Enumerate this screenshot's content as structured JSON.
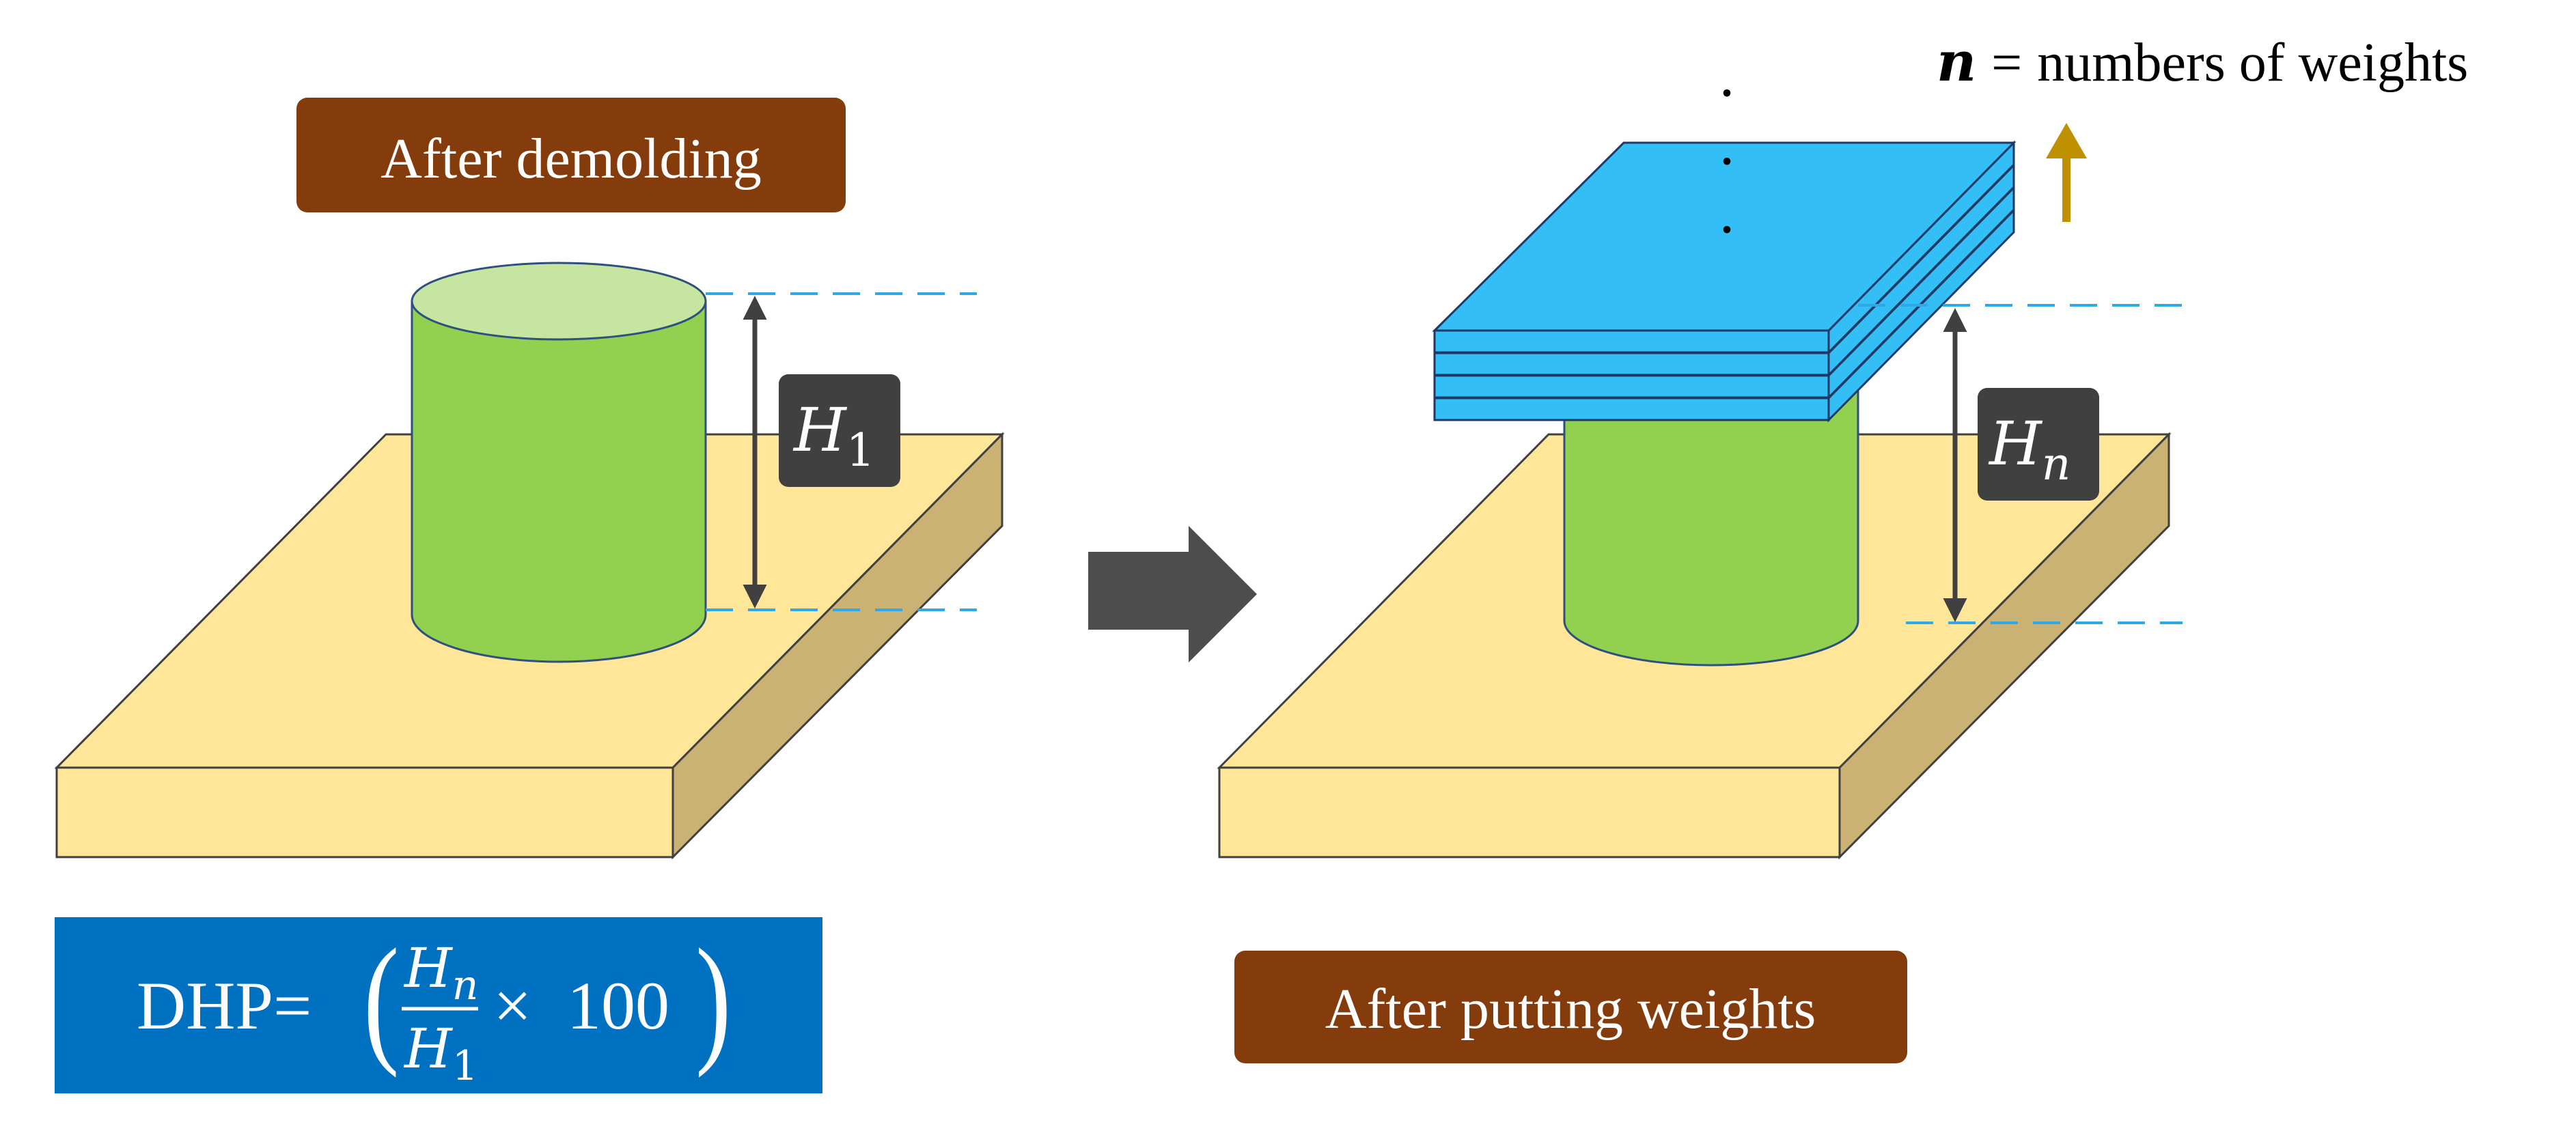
{
  "labels": {
    "after_demolding": "After demolding",
    "after_putting_weights": "After putting weights"
  },
  "height_labels": {
    "h1_base": "H",
    "h1_sub": "1",
    "hn_base": "H",
    "hn_sub": "n"
  },
  "legend": {
    "symbol": "n",
    "equals": "=",
    "text": "numbers of weights"
  },
  "formula": {
    "lhs": "DHP=",
    "num_base": "H",
    "num_sub": "n",
    "den_base": "H",
    "den_sub": "1",
    "times": "×",
    "factor": "100",
    "open_paren": "(",
    "close_paren": ")"
  },
  "ellipsis_dot": ".",
  "colors": {
    "label_bg": "#843C0C",
    "formula_bg": "#0070C0",
    "platform_top": "#FFE699",
    "platform_side": "#C9B273",
    "cylinder": "#92D050",
    "cylinder_top": "#C5E5A0",
    "weights": "#33BEF5",
    "height_tag_bg": "#404040",
    "dashed_line": "#2FA8E8",
    "arrow_measure": "#404040",
    "arrow_up": "#BF9000",
    "process_arrow": "#4D4D4D"
  }
}
